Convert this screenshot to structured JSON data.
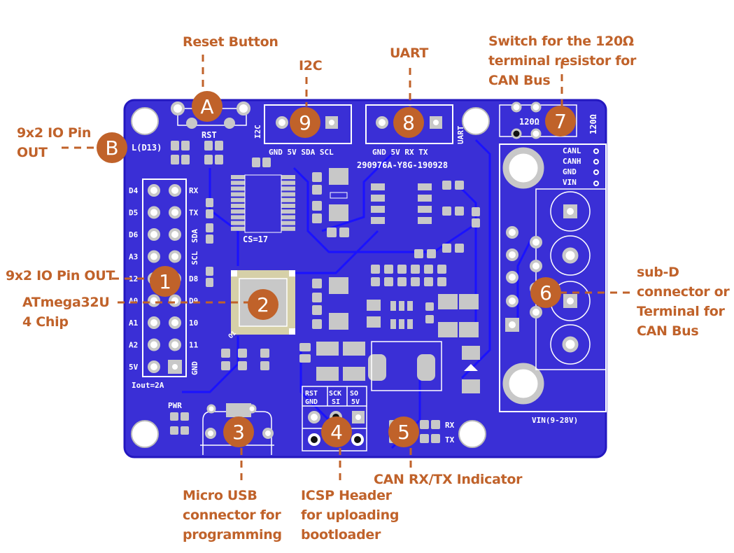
{
  "colors": {
    "board": "#3a2fd6",
    "board_dark": "#2a22b8",
    "trace": "#1a12ff",
    "pad": "#c8c8c8",
    "silkscreen": "#ffffff",
    "callout": "#c0622a",
    "callout_text": "#c0622a"
  },
  "board": {
    "silkscreen": {
      "rst": "RST",
      "led_d13": "L(D13)",
      "i2c_side": "I2C",
      "i2c_pins": "GND 5V SDA SCL",
      "uart_side": "UART",
      "uart_pins": "GND 5V RX TX",
      "board_id": "290976A-Y8G-190928",
      "res_120_top": "120Ω",
      "res_120_side": "120Ω",
      "can_labels": [
        "CANL",
        "CANH",
        "GND",
        "VIN"
      ],
      "header_left": [
        "D4",
        "D5",
        "D6",
        "A3",
        "12",
        "A0",
        "A1",
        "A2",
        "5V"
      ],
      "header_right": [
        "RX",
        "TX",
        "SDA",
        "SCL",
        "D8",
        "D9",
        "10",
        "11",
        "GND"
      ],
      "cs": "CS=17",
      "chip_pin1": "O1",
      "iout": "Iout=2A",
      "pwr": "PWR",
      "icsp_top": [
        "RST",
        "SCK",
        "SO"
      ],
      "icsp_bottom": [
        "GND",
        "SI",
        "5V"
      ],
      "led_rx": "RX",
      "led_tx": "TX",
      "vin": "VIN(9-28V)"
    }
  },
  "callouts": [
    {
      "id": "A",
      "label": "Reset Button"
    },
    {
      "id": "B",
      "label": "9x2 IO Pin\nOUT"
    },
    {
      "id": "1",
      "label": "9x2 IO Pin OUT"
    },
    {
      "id": "2",
      "label": "ATmega32U\n4 Chip"
    },
    {
      "id": "3",
      "label": "Micro USB\nconnector for\nprogramming"
    },
    {
      "id": "4",
      "label": "ICSP Header\nfor uploading\nbootloader"
    },
    {
      "id": "5",
      "label": "CAN RX/TX Indicator"
    },
    {
      "id": "6",
      "label": "sub-D\nconnector or\nTerminal for\nCAN Bus"
    },
    {
      "id": "7",
      "label": "Switch for the 120Ω\nterminal resistor for\nCAN Bus"
    },
    {
      "id": "8",
      "label": "UART"
    },
    {
      "id": "9",
      "label": "I2C"
    }
  ]
}
